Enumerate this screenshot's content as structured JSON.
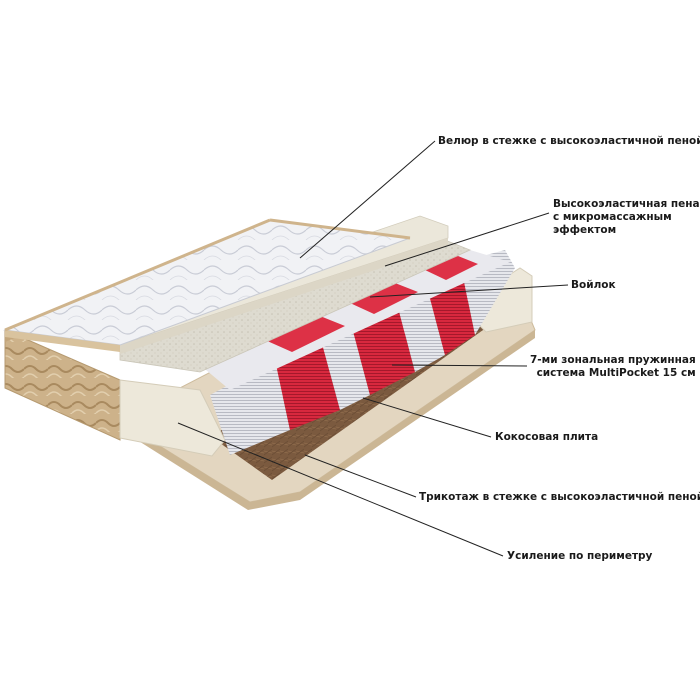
{
  "labels": {
    "velour": "Велюр в стежке с высокоэластичной пеной",
    "hr_foam": [
      "Высокоэластичная пена",
      "с микромассажным",
      "эффектом"
    ],
    "felt": "Войлок",
    "springs": [
      "7-ми зональная пружинная",
      "система MultiPocket 15 см"
    ],
    "coconut": "Кокосовая плита",
    "knit": "Трикотаж в стежке с высокоэластичной пеной",
    "perimeter": "Усиление по периметру"
  },
  "colors": {
    "quilt": "#f1f2f5",
    "side_fabric": "#cfb48c",
    "foam": "#ece8dc",
    "felt": "#dcd9cc",
    "spring_white": "#e4e5ea",
    "spring_red": "#d8283e",
    "coconut": "#7b5a3f",
    "base_knit": "#e3d6c0",
    "leader_line": "#222222"
  }
}
